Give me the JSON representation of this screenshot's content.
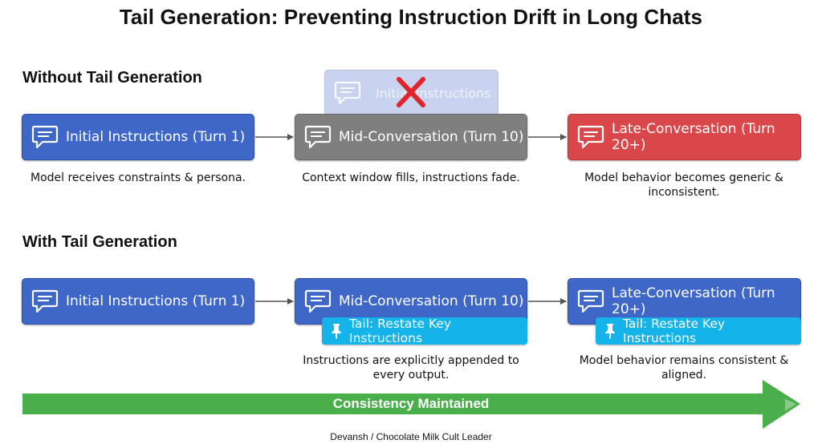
{
  "title": "Tail Generation: Preventing Instruction Drift in Long Chats",
  "colors": {
    "blue": "#3f67c8",
    "gray": "#7f7f7f",
    "red": "#d9474a",
    "tail": "#14b4ea",
    "green": "#4aae4a",
    "cross": "#e0242b"
  },
  "without": {
    "heading": "Without Tail Generation",
    "ghost_label": "Initial Instructions",
    "boxes": [
      {
        "label": "Initial Instructions (Turn 1)",
        "caption": "Model receives constraints & persona."
      },
      {
        "label": "Mid-Conversation (Turn 10)",
        "caption": "Context window fills, instructions fade."
      },
      {
        "label": "Late-Conversation (Turn 20+)",
        "caption": "Model behavior becomes generic & inconsistent."
      }
    ]
  },
  "with": {
    "heading": "With Tail Generation",
    "boxes": [
      {
        "label": "Initial Instructions (Turn 1)"
      },
      {
        "label": "Mid-Conversation (Turn 10)",
        "tail": "Tail: Restate Key Instructions",
        "caption": "Instructions are explicitly appended to every output."
      },
      {
        "label": "Late-Conversation (Turn 20+)",
        "tail": "Tail: Restate Key Instructions",
        "caption": "Model behavior remains consistent & aligned."
      }
    ]
  },
  "banner": "Consistency Maintained",
  "footer": "Devansh / Chocolate Milk Cult Leader",
  "icons": [
    "chat-bubble-icon",
    "pin-icon",
    "cross-icon",
    "arrow-icon"
  ]
}
